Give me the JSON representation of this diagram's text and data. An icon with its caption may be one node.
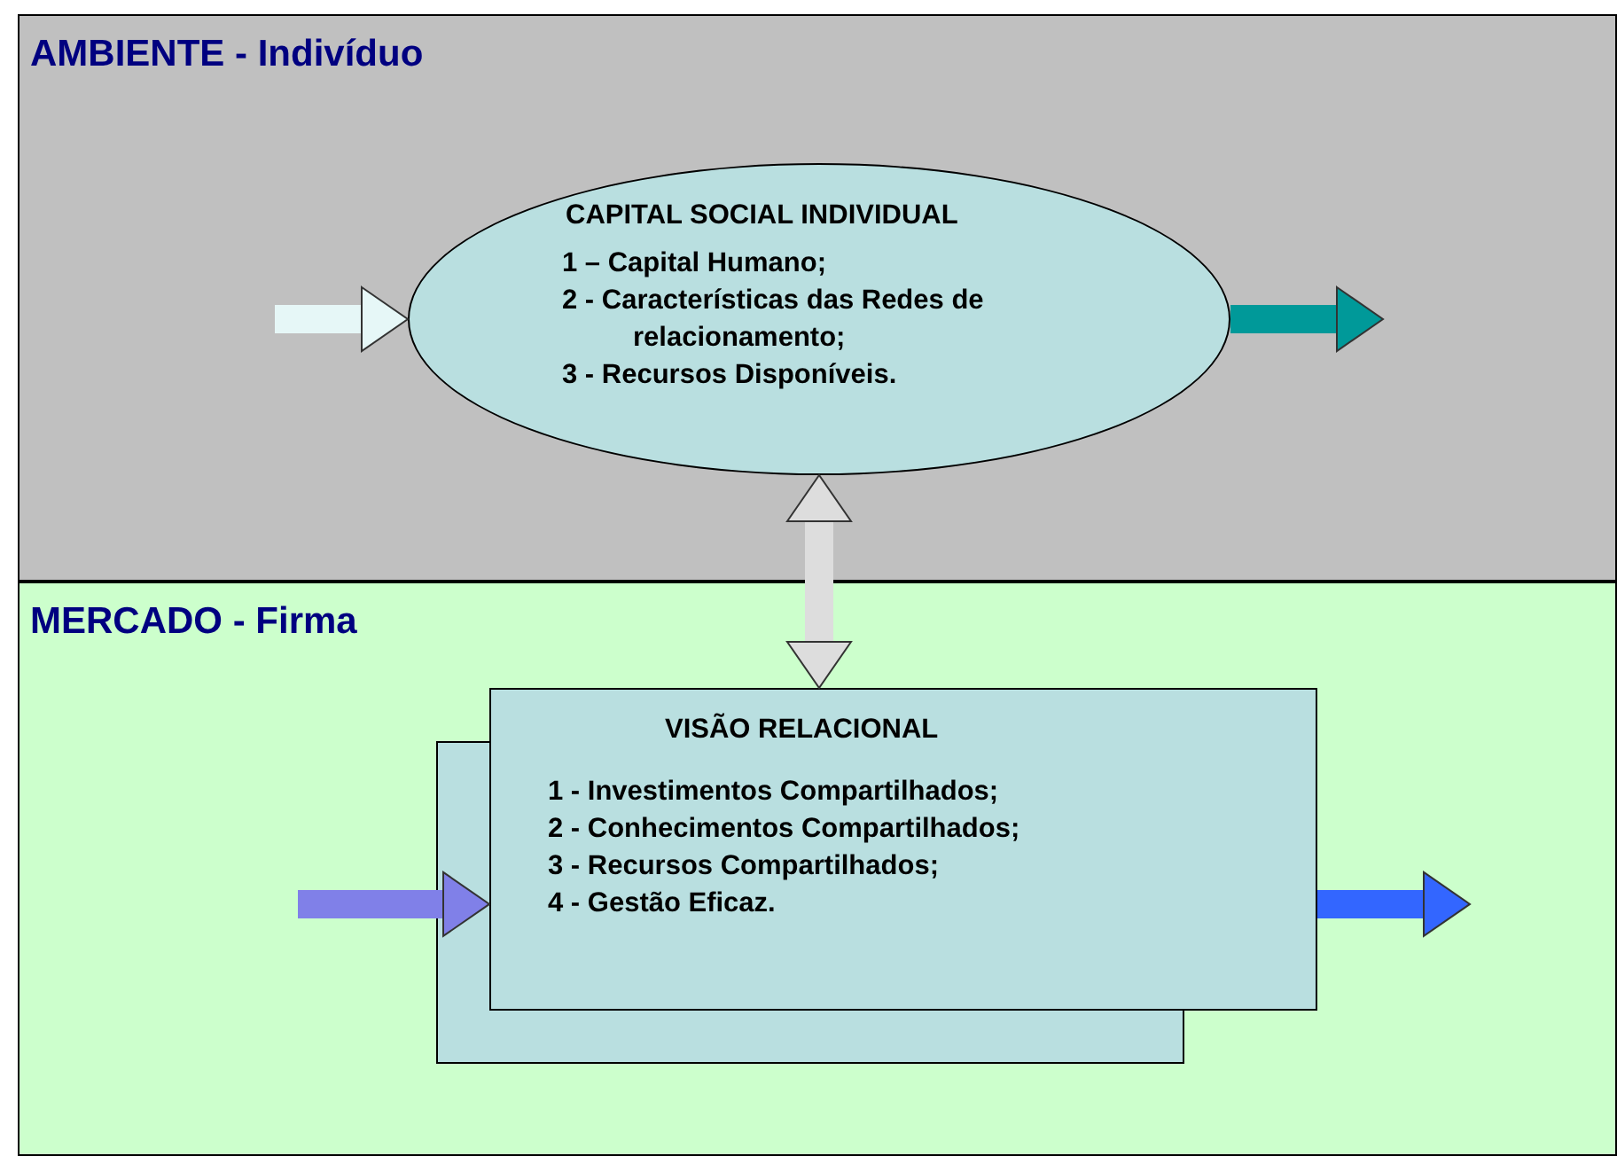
{
  "diagram": {
    "nodes": [
      {
        "text": [
          "AMBIENTE - Indivíduo"
        ]
      },
      {
        "text": [
          "CAPITAL SOCIAL INDIVIDUAL",
          "1 – Capital Humano;",
          "2 - Características das Redes de relacionamento;",
          "3 - Recursos Disponíveis."
        ],
        "in": 0
      },
      {
        "text": [
          "MERCADO - Firma"
        ]
      },
      {
        "text": [
          "VISÃO RELACIONAL",
          "1 - Investimentos Compartilhados;",
          "2 - Conhecimentos Compartilhados;",
          "3 - Recursos Compartilhados;",
          "4 - Gestão Eficaz."
        ],
        "in": 2
      }
    ],
    "edges": [
      {
        "from": null,
        "to": 1,
        "arrow": "to",
        "color": "#e6f7f7"
      },
      {
        "from": 1,
        "to": null,
        "arrow": "to",
        "color": "#009999"
      },
      {
        "from": 1,
        "to": 3,
        "arrow": "both",
        "color": "#dddddd"
      },
      {
        "from": null,
        "to": 3,
        "arrow": "to",
        "color": "#8080e8"
      },
      {
        "from": 3,
        "to": null,
        "arrow": "to",
        "color": "#3366ff"
      }
    ]
  }
}
